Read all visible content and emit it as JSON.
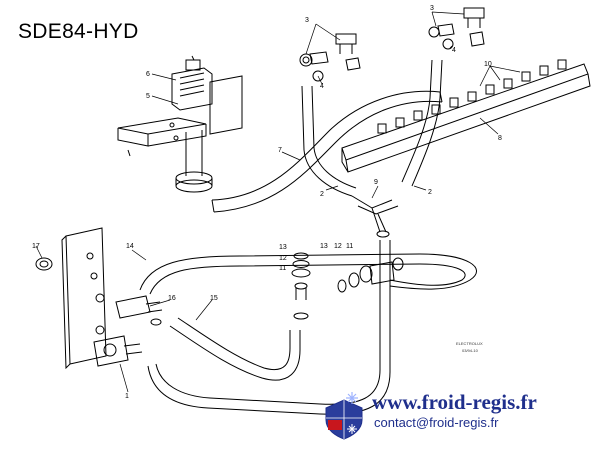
{
  "title": "SDE84-HYD",
  "callouts": {
    "c1": "1",
    "c2a": "2",
    "c2b": "2",
    "c3a": "3",
    "c3b": "3",
    "c4a": "4",
    "c4b": "4",
    "c5": "5",
    "c6": "6",
    "c7": "7",
    "c8": "8",
    "c9": "9",
    "c10": "10",
    "c11a": "11",
    "c11b": "11",
    "c12a": "12",
    "c12b": "12",
    "c13a": "13",
    "c13b": "13",
    "c14": "14",
    "c15": "15",
    "c16": "16",
    "c17": "17"
  },
  "stamp": {
    "line1": "ELECTROLUX",
    "line2": "03/94-10"
  },
  "footer": {
    "website": "www.froid-regis.fr",
    "contact": "contact@froid-regis.fr"
  },
  "colors": {
    "brand_blue": "#1f2f8c",
    "logo_blue": "#2a3d9c",
    "logo_red": "#c8161d"
  }
}
